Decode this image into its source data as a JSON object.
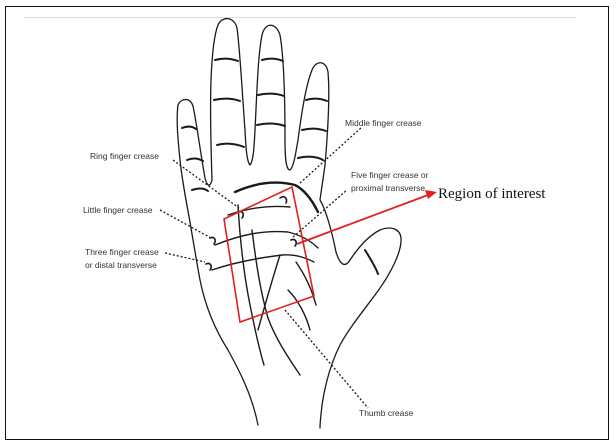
{
  "labels": {
    "middle_finger": "Middle finger crease",
    "ring_finger": "Ring finger crease",
    "five_finger_1": "Five finger crease or",
    "five_finger_2": "proximal transverse",
    "little_finger": "Little finger crease",
    "three_finger_1": "Three finger crease",
    "three_finger_2": "or distal transverse",
    "thumb": "Thumb crease",
    "region_of_interest": "Region of interest"
  },
  "colors": {
    "outline": "#1a1a1a",
    "region_box": "#e02020",
    "arrow": "#e02020",
    "leader": "#1a1a1a"
  },
  "icons": {
    "arrow": "arrow-right-icon",
    "hand": "palm-outline-icon"
  }
}
